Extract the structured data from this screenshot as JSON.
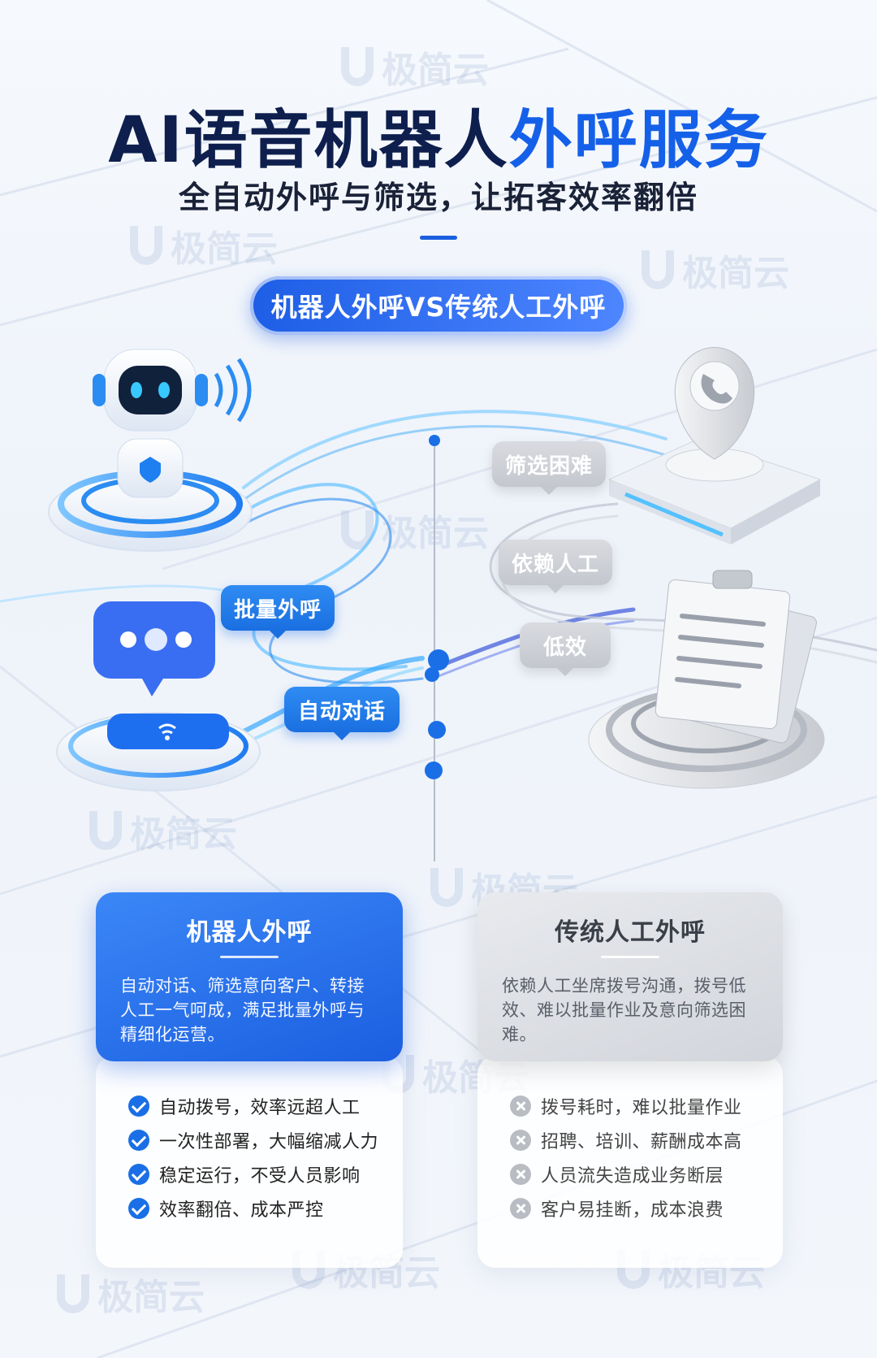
{
  "watermark": {
    "brand": "极简云"
  },
  "header": {
    "title_part1": "AI语音机器人",
    "title_part2": "外呼服务",
    "subtitle": "全自动外呼与筛选，让拓客效率翻倍"
  },
  "comparison_pill": "机器人外呼VS传统人工外呼",
  "left_tags": [
    "批量外呼",
    "自动对话"
  ],
  "right_tags": [
    "筛选困难",
    "依赖人工",
    "低效"
  ],
  "left_card": {
    "title": "机器人外呼",
    "description": "自动对话、筛选意向客户、转接人工一气呵成，满足批量外呼与精细化运营。",
    "points": [
      "自动拨号，效率远超人工",
      "一次性部署，大幅缩减人力",
      "稳定运行，不受人员影响",
      "效率翻倍、成本严控"
    ]
  },
  "right_card": {
    "title": "传统人工外呼",
    "description": "依赖人工坐席拨号沟通，拨号低效、难以批量作业及意向筛选困难。",
    "points": [
      "拨号耗时，难以批量作业",
      "招聘、培训、薪酬成本高",
      "人员流失造成业务断层",
      "客户易挂断，成本浪费"
    ]
  },
  "colors": {
    "accent": "#1a6fe6",
    "title_dark": "#0e1f4e",
    "muted_gray": "#c4c7ce"
  }
}
